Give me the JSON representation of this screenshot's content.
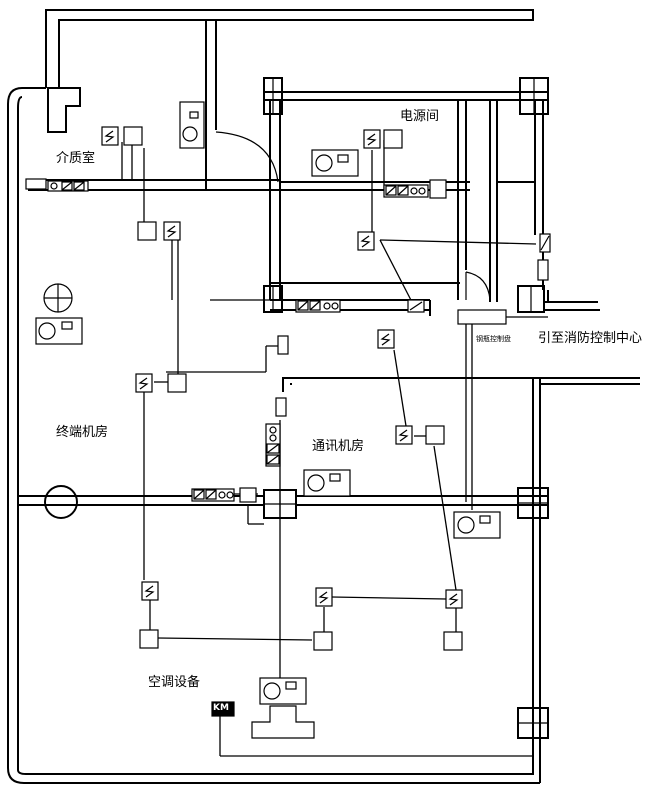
{
  "rooms": {
    "medium": "介质室",
    "power": "电源间",
    "terminal": "终端机房",
    "comm": "通讯机房",
    "hvac": "空调设备"
  },
  "labels": {
    "cylinder_panel": "钢瓶控制盘",
    "to_fire_center": "引至消防控制中心",
    "km": "KM"
  },
  "colors": {
    "line": "#000000",
    "background": "#ffffff"
  }
}
